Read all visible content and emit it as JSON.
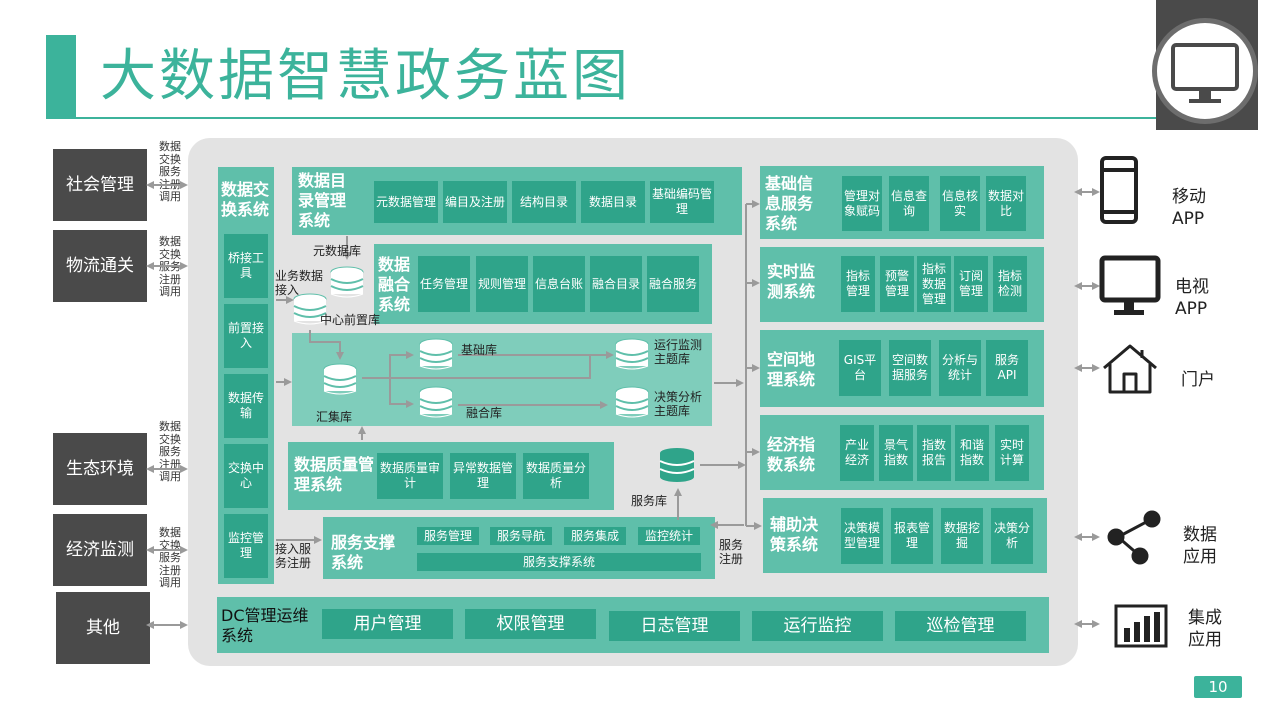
{
  "title": "大数据智慧政务蓝图",
  "page_number": "10",
  "exchange_label": "数据交换服务注册调用",
  "sources": [
    "社会管理",
    "物流通关",
    "生态环境",
    "经济监测",
    "其他"
  ],
  "targets": [
    {
      "label": "移动APP",
      "icon": "smartphone-icon"
    },
    {
      "label": "电视APP",
      "icon": "monitor-icon"
    },
    {
      "label": "门户",
      "icon": "house-icon"
    },
    {
      "label": "数据应用",
      "icon": "share-icon"
    },
    {
      "label": "集成应用",
      "icon": "bar-chart-icon"
    }
  ],
  "exchange_system": {
    "title": "数据交换系统",
    "items": [
      "桥接工具",
      "前置接入",
      "数据传输",
      "交换中心",
      "监控管理"
    ]
  },
  "catalog": {
    "title": "数据目录管理系统",
    "items": [
      "元数据管理",
      "编目及注册",
      "结构目录",
      "数据目录",
      "基础编码管理"
    ]
  },
  "fusion": {
    "title": "数据融合系统",
    "items": [
      "任务管理",
      "规则管理",
      "信息台账",
      "融合目录",
      "融合服务"
    ]
  },
  "quality": {
    "title": "数据质量管理系统",
    "items": [
      "数据质量审计",
      "异常数据管理",
      "数据质量分析"
    ]
  },
  "service_support": {
    "title": "服务支撑系统",
    "items": [
      "服务管理",
      "服务导航",
      "服务集成",
      "监控统计"
    ],
    "bar": "服务支撑系统"
  },
  "dbs": {
    "metadata": "元数据库",
    "business_access": "业务数据接入",
    "front": "中心前置库",
    "hub": "汇集库",
    "base": "基础库",
    "fusion": "融合库",
    "ops_topic": "运行监测主题库",
    "decision_topic": "决策分析主题库",
    "service": "服务库"
  },
  "access_register": "接入服务注册",
  "service_register": "服务注册",
  "right_systems": [
    {
      "title": "基础信息服务系统",
      "items": [
        "管理对象赋码",
        "信息查询",
        "信息核实",
        "数据对比"
      ]
    },
    {
      "title": "实时监测系统",
      "items": [
        "指标管理",
        "预警管理",
        "指标数据管理",
        "订阅管理",
        "指标检测"
      ]
    },
    {
      "title": "空间地理系统",
      "items": [
        "GIS平台",
        "空间数据服务",
        "分析与统计",
        "服务API"
      ]
    },
    {
      "title": "经济指数系统",
      "items": [
        "产业经济",
        "景气指数",
        "指数报告",
        "和谐指数",
        "实时计算"
      ]
    },
    {
      "title": "辅助决策系统",
      "items": [
        "决策模型管理",
        "报表管理",
        "数据挖掘",
        "决策分析"
      ]
    }
  ],
  "ops": {
    "title": "DC管理运维系统",
    "items": [
      "用户管理",
      "权限管理",
      "日志管理",
      "运行监控",
      "巡检管理"
    ]
  }
}
